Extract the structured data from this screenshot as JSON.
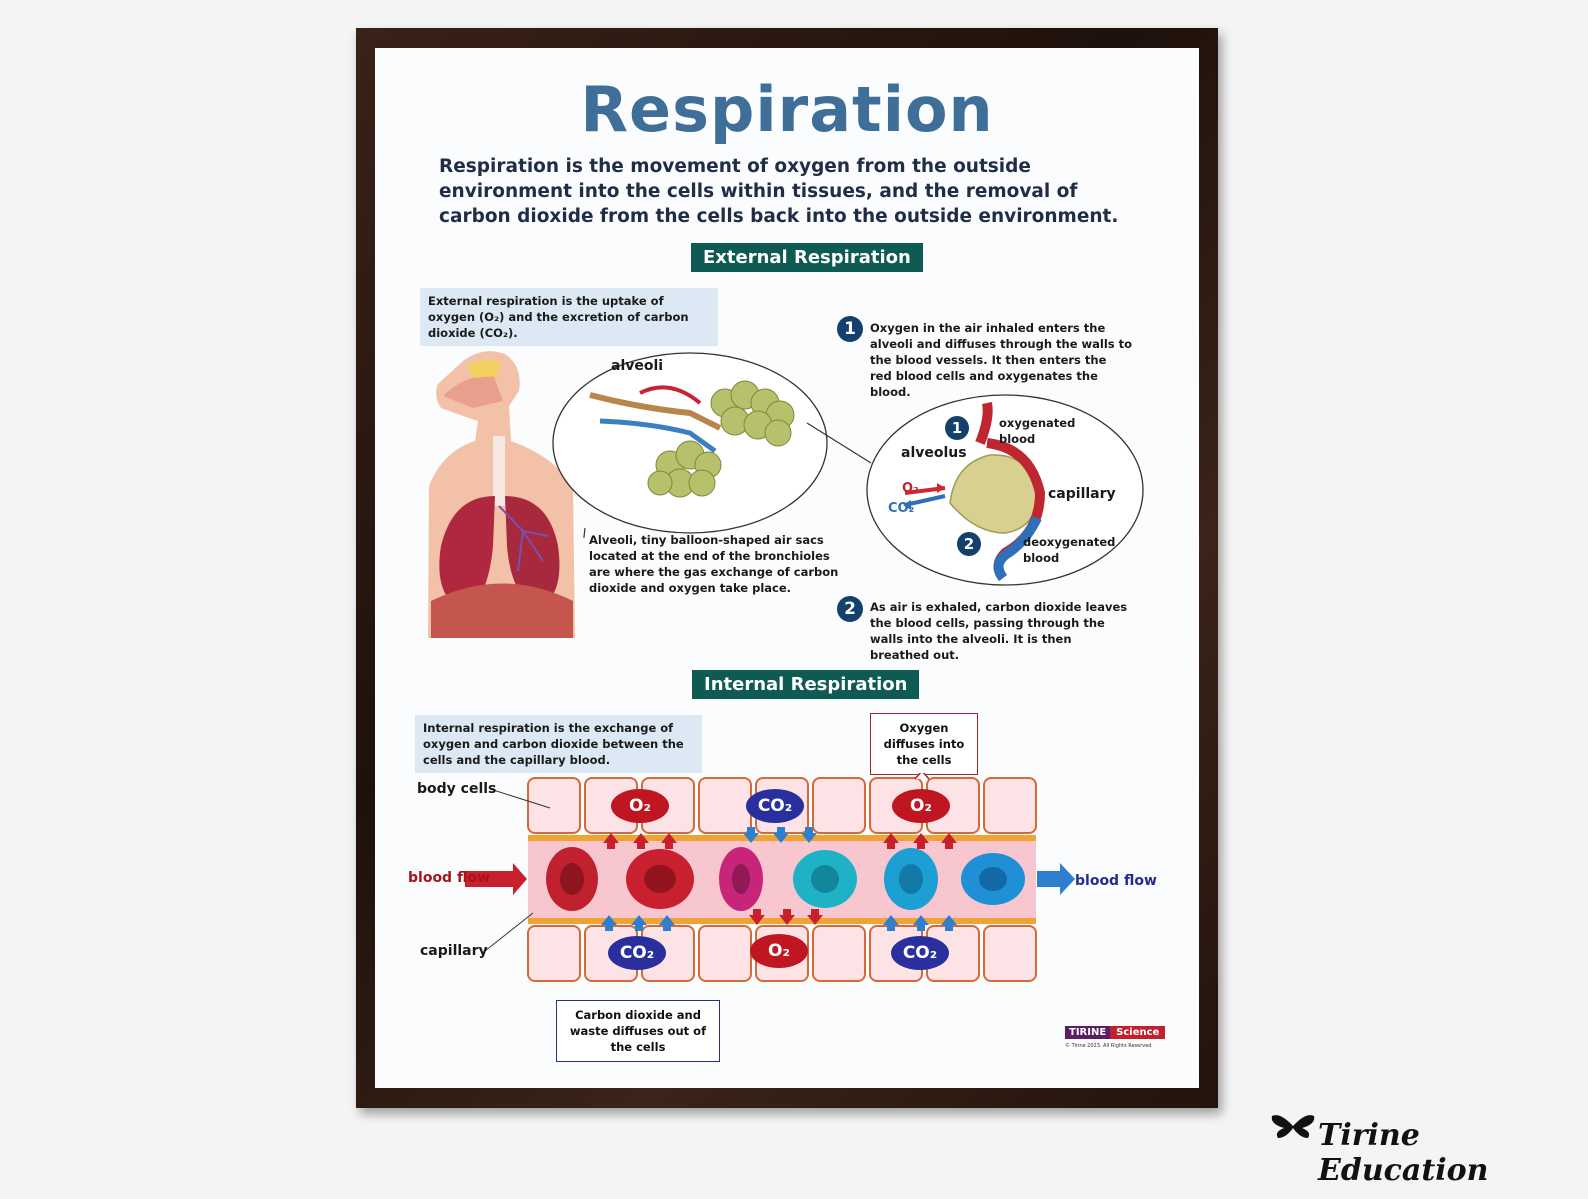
{
  "poster": {
    "title": "Respiration",
    "intro": "Respiration is the movement of oxygen from the outside environment into the cells within tissues, and the removal of carbon dioxide from the cells back into the outside environment."
  },
  "external": {
    "heading": "External Respiration",
    "definition": "External respiration is the uptake of oxygen (O₂) and the excretion of carbon dioxide (CO₂).",
    "alveoli_label": "alveoli",
    "alveoli_text": "Alveoli, tiny balloon-shaped air sacs located at the end of the bronchioles are where the gas exchange of carbon dioxide and oxygen take place.",
    "step1_num": "1",
    "step1_text": "Oxygen in the air inhaled enters the alveoli and diffuses through the walls to the blood vessels. It then enters the red blood cells and oxygenates the blood.",
    "step2_num": "2",
    "step2_text": "As air is exhaled, carbon dioxide leaves the blood cells, passing through the walls into the alveoli. It is then breathed out.",
    "zoom": {
      "alveolus": "alveolus",
      "oxygenated": "oxygenated blood",
      "capillary": "capillary",
      "deoxygenated": "deoxygenated blood",
      "o2": "O₂",
      "co2": "CO₂",
      "n1": "1",
      "n2": "2"
    }
  },
  "internal": {
    "heading": "Internal Respiration",
    "definition": "Internal respiration is the exchange of oxygen and carbon dioxide between the cells and the capillary blood.",
    "callout_top": "Oxygen diffuses into the cells",
    "callout_bottom": "Carbon dioxide and waste diffuses out of the cells",
    "body_cells": "body cells",
    "capillary": "capillary",
    "blood_flow_in": "blood flow",
    "blood_flow_out": "blood flow",
    "top_gases": [
      "O₂",
      "CO₂",
      "O₂"
    ],
    "bottom_gases": [
      "CO₂",
      "O₂",
      "CO₂"
    ]
  },
  "brand": {
    "name": "TIRINE",
    "tag": "Science",
    "copyright": "© Tirine 2023. All Rights Reserved"
  },
  "watermark": "Tirine Education",
  "colors": {
    "title": "#3f6e98",
    "section": "#0f5a52",
    "oxygen": "#c01622",
    "carbon_dioxide": "#2a2f9e",
    "info_bg": "#dce9f4"
  }
}
